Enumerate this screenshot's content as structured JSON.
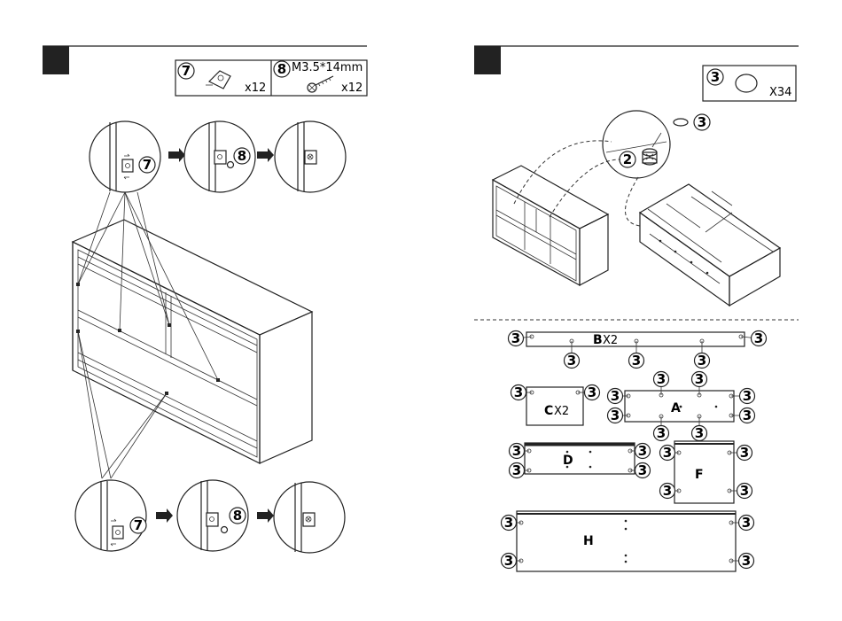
{
  "left_page": {
    "step_box": "",
    "parts_table": {
      "part7": {
        "number": "7",
        "qty": "x12",
        "icon": "cam-bracket-icon"
      },
      "part8": {
        "number": "8",
        "size": "M3.5*14mm",
        "qty": "x12",
        "icon": "screw-icon"
      }
    },
    "callout_labels": {
      "bracket": "7",
      "screw": "8"
    }
  },
  "right_page": {
    "step_box": "",
    "parts_table": {
      "part3": {
        "number": "3",
        "qty": "X34",
        "icon": "cap-cover-icon"
      }
    },
    "callouts": {
      "cap": "3",
      "cam": "2"
    },
    "panels": {
      "B": {
        "letter": "B",
        "qty": "X2"
      },
      "C": {
        "letter": "C",
        "qty": "X2"
      },
      "A": {
        "letter": "A"
      },
      "D": {
        "letter": "D"
      },
      "F": {
        "letter": "F"
      },
      "H": {
        "letter": "H"
      }
    },
    "cap_label": "3"
  }
}
